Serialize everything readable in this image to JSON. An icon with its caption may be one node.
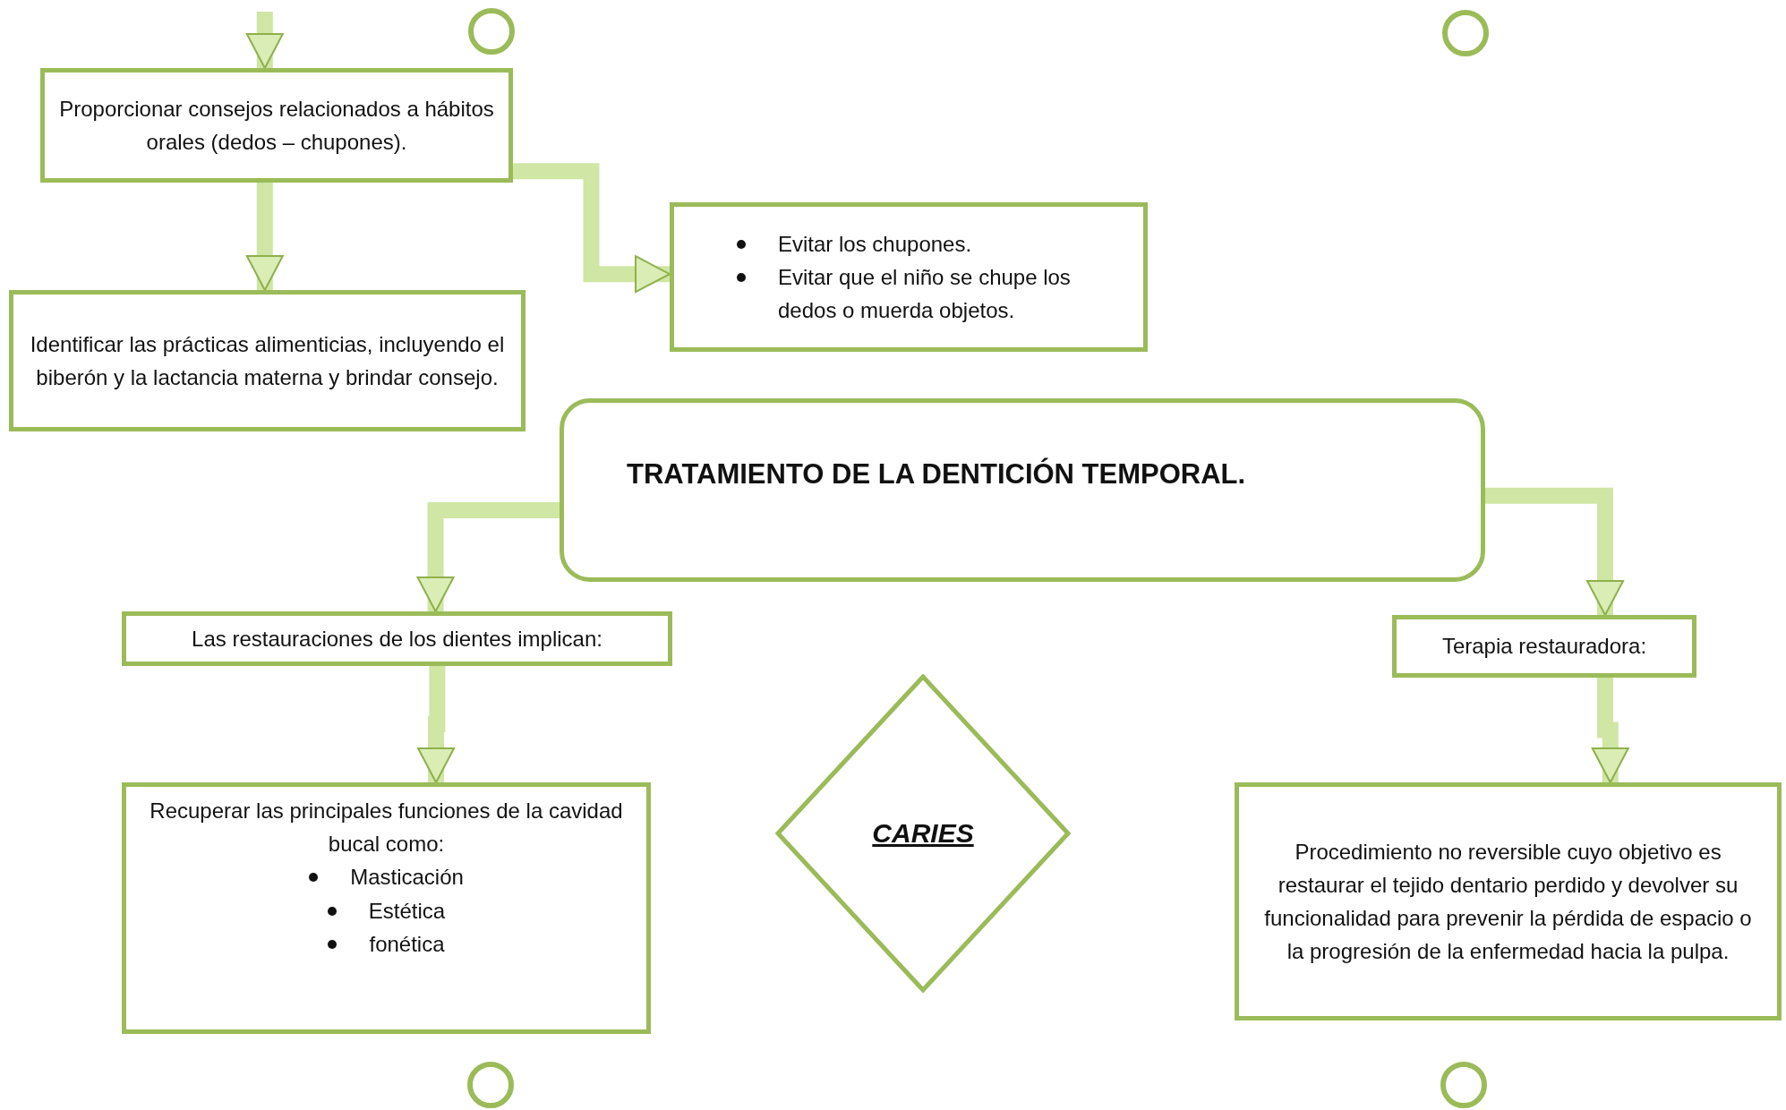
{
  "diagram": {
    "title": "TRATAMIENTO DE LA DENTICIÓN TEMPORAL.",
    "nodes": [
      {
        "text": [],
        "shape": "circle"
      },
      {
        "text": [],
        "shape": "circle"
      },
      {
        "text": [
          "Proporcionar consejos relacionados a hábitos orales (dedos – chupones)."
        ]
      },
      {
        "text": [
          "Evitar los chupones.",
          "Evitar que el niño se chupe los dedos o muerda objetos."
        ]
      },
      {
        "text": [
          "Identificar las prácticas alimenticias, incluyendo el biberón y la lactancia materna y brindar consejo."
        ]
      },
      {
        "text": [],
        "shape": "box"
      },
      {
        "text": [
          "Las restauraciones de los dientes implican:"
        ]
      },
      {
        "text": [
          "Terapia restauradora:"
        ]
      },
      {
        "text": [
          "Recuperar las principales funciones de la cavidad bucal como:",
          "Masticación",
          "Estética",
          "fonética"
        ]
      },
      {
        "text": [
          "CARIES"
        ]
      },
      {
        "text": [
          "Procedimiento no reversible cuyo objetivo es restaurar el tejido dentario perdido y devolver su funcionalidad para prevenir la pérdida de espacio o la progresión de la enfermedad hacia la pulpa."
        ]
      },
      {
        "text": [],
        "shape": "circle"
      },
      {
        "text": [],
        "shape": "circle"
      }
    ],
    "edges": [
      {
        "from": null,
        "to": 2,
        "arrow": "to"
      },
      {
        "from": 2,
        "to": 4,
        "arrow": "to"
      },
      {
        "from": 2,
        "to": 3,
        "arrow": "to"
      },
      {
        "from": 5,
        "to": 6,
        "arrow": "to"
      },
      {
        "from": 5,
        "to": 7,
        "arrow": "to"
      },
      {
        "from": 6,
        "to": 8,
        "arrow": "to"
      },
      {
        "from": 7,
        "to": 10,
        "arrow": "to"
      }
    ]
  }
}
